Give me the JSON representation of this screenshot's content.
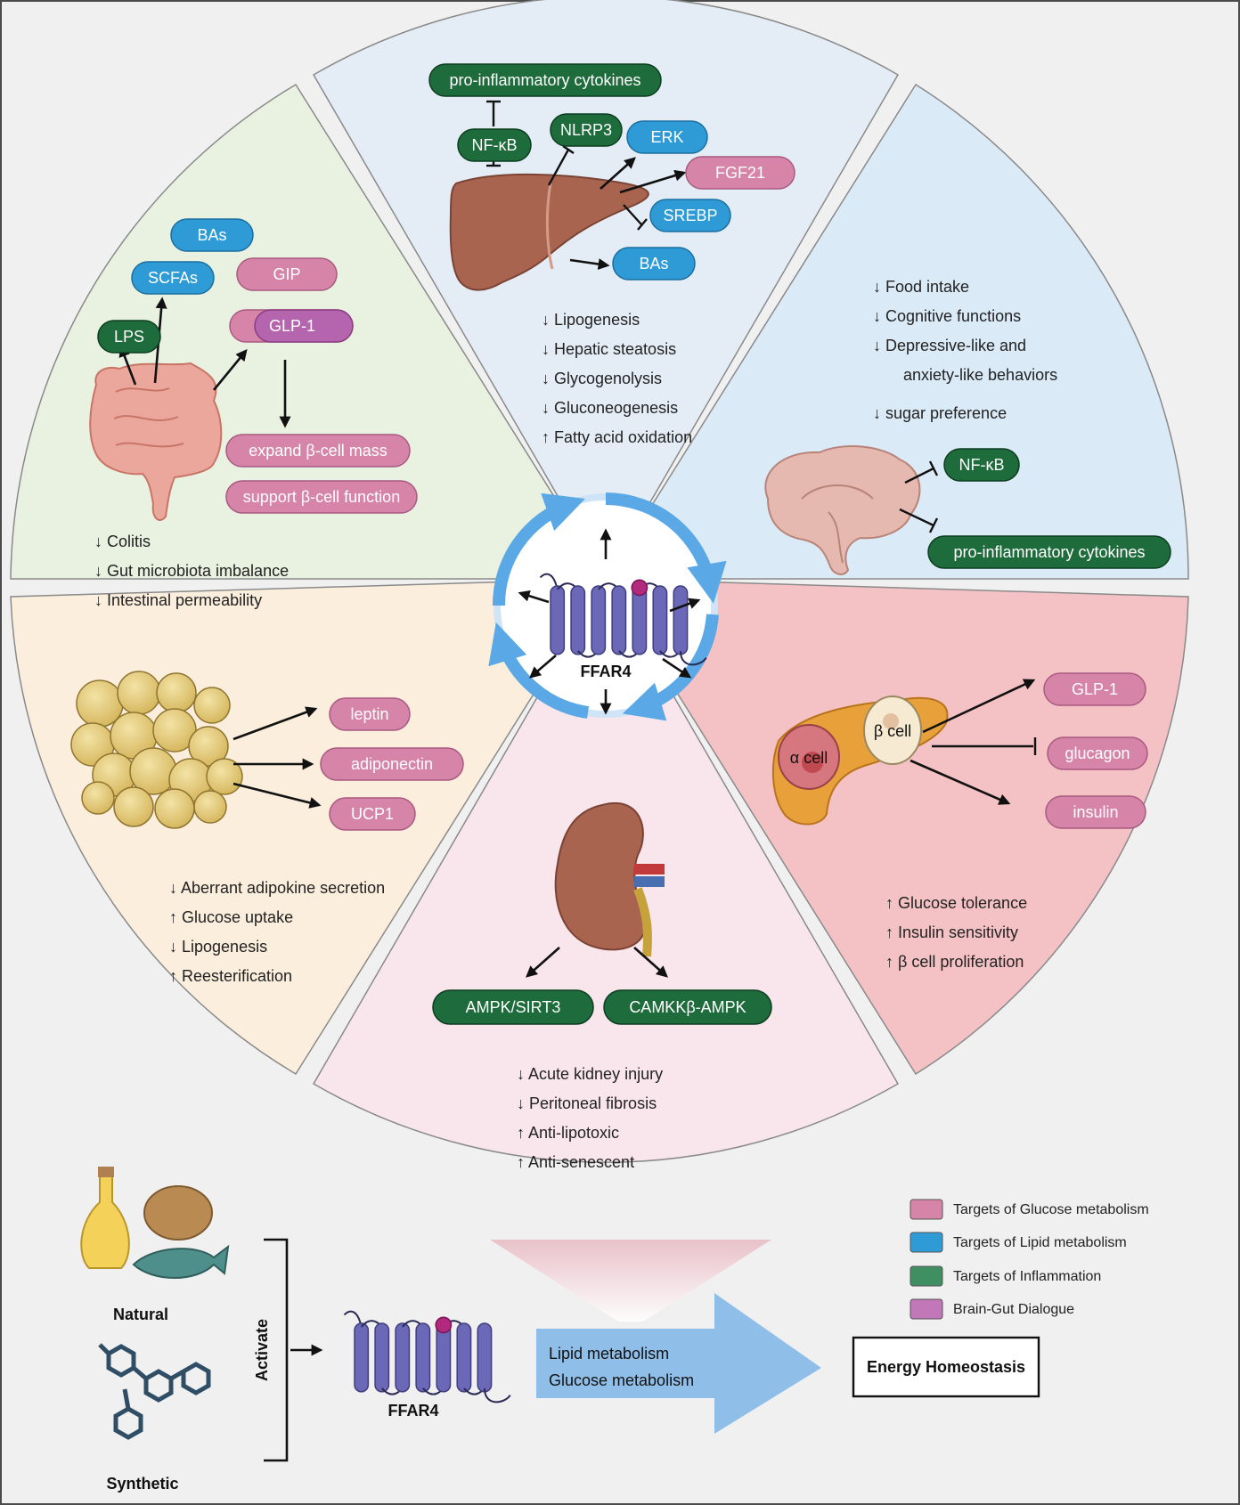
{
  "colors": {
    "glucose": "#d784a9",
    "lipid": "#2f9bd6",
    "inflammation": "#1e6b3c",
    "brain_gut": "#b565ad",
    "receptor": "#6b68b8",
    "ring": "#8cc0ea"
  },
  "center": {
    "label": "FFAR4"
  },
  "liver": {
    "pills": {
      "proinflam": "pro-inflammatory cytokines",
      "nfkb": "NF-κB",
      "nlrp3": "NLRP3",
      "erk": "ERK",
      "fgf21": "FGF21",
      "srebp": "SREBP",
      "bas": "BAs"
    },
    "effects": [
      "↓  Lipogenesis",
      "↓  Hepatic steatosis",
      "↓  Glycogenolysis",
      "↓  Gluconeogenesis",
      "↑  Fatty acid oxidation"
    ]
  },
  "gut": {
    "pills": {
      "bas": "BAs",
      "scfas": "SCFAs",
      "gip": "GIP",
      "glp1": "GLP-1",
      "lps": "LPS",
      "expand": "expand β-cell mass",
      "support": "support β-cell function"
    },
    "effects": [
      "↓  Colitis",
      "↓  Gut microbiota imbalance",
      "↓  Intestinal permeability"
    ]
  },
  "brain": {
    "effects": [
      "↓  Food intake",
      "↓  Cognitive functions",
      "↓  Depressive-like and",
      "anxiety-like behaviors",
      "↓  sugar preference"
    ],
    "pills": {
      "nfkb": "NF-κB",
      "proinflam": "pro-inflammatory cytokines"
    }
  },
  "adipose": {
    "pills": {
      "leptin": "leptin",
      "adiponectin": "adiponectin",
      "ucp1": "UCP1"
    },
    "effects": [
      "↓  Aberrant adipokine secretion",
      "↑  Glucose uptake",
      "↓  Lipogenesis",
      "↑  Reesterification"
    ]
  },
  "kidney": {
    "pills": {
      "ampk_sirt3": "AMPK/SIRT3",
      "camkk": "CAMKKβ-AMPK"
    },
    "effects": [
      "↓  Acute kidney injury",
      "↓  Peritoneal fibrosis",
      "↑  Anti-lipotoxic",
      "↑  Anti-senescent"
    ]
  },
  "pancreas": {
    "cells": {
      "alpha": "α cell",
      "beta": "β cell"
    },
    "pills": {
      "glp1": "GLP-1",
      "glucagon": "glucagon",
      "insulin": "insulin"
    },
    "effects": [
      "↑  Glucose tolerance",
      "↑  Insulin sensitivity",
      "↑  β cell proliferation"
    ]
  },
  "bottom": {
    "natural": "Natural",
    "synthetic": "Synthetic",
    "activate": "Activate",
    "ffar4": "FFAR4",
    "arrow_lines": [
      "Lipid metabolism",
      "Glucose metabolism"
    ],
    "outcome": "Energy Homeostasis"
  },
  "legend": [
    {
      "label": "Targets of Glucose metabolism",
      "color": "#d784a9"
    },
    {
      "label": "Targets of Lipid metabolism",
      "color": "#2f9bd6"
    },
    {
      "label": "Targets of Inflammation",
      "color": "#3f8f63"
    },
    {
      "label": "Brain-Gut Dialogue",
      "color": "#c277b8"
    }
  ]
}
